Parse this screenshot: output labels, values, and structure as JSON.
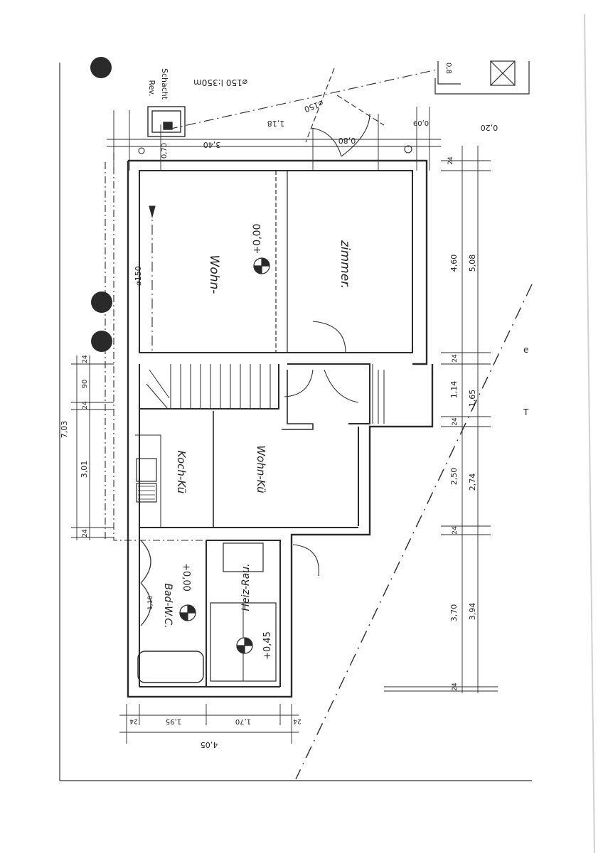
{
  "colors": {
    "ink": "#2a2a2a",
    "paper": "#ffffff",
    "scan_edge": "#d8d8d8"
  },
  "rooms": {
    "wohn": "Wohn-",
    "zimmer": "zimmer.",
    "koch_kue": "Koch-Kü",
    "wohn_kue": "Wohn-Kü",
    "bad_wc": "Bad-W.C.",
    "heiz_raum": "Heiz-Rau."
  },
  "levels": {
    "wohn": "+0,00",
    "bad": "+0,00",
    "heiz": "+0,45"
  },
  "top_notes": {
    "rev": "Rev.",
    "schacht": "Schacht",
    "pipe_length": "⌀150 l:350m",
    "pipe_dia": "⌀150"
  },
  "top_dims": [
    "0,70",
    "3,40",
    "1,18",
    "0,80",
    "0,09",
    "0,20",
    "0,8"
  ],
  "pipe_inside": "⌀150",
  "right_dims_inner": [
    "24",
    "4,60",
    "24",
    "1,14",
    "24",
    "2,50",
    "24",
    "3,70",
    "24"
  ],
  "right_dims_outer": [
    "5,08",
    "1,65",
    "2,74",
    "3,94"
  ],
  "left_dims": [
    "7,03",
    "24",
    "90",
    "24",
    "3,01",
    "24"
  ],
  "bottom_dims_inner": [
    "24",
    "1,95",
    "1,70",
    "24"
  ],
  "bottom_dims_outer": "4,05",
  "bath_dim": "1,10",
  "margin_letters": [
    "e",
    "T"
  ]
}
